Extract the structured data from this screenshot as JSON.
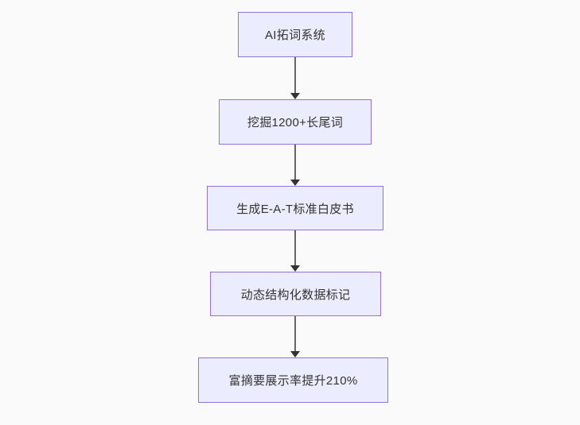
{
  "diagram": {
    "type": "flowchart",
    "direction": "top-down",
    "colors": {
      "background": "#fafafa",
      "node_fill": "#ECECFF",
      "node_border": "#9370DB",
      "node_text": "#333333",
      "arrow_line": "#666666",
      "arrow_head": "#333333"
    },
    "nodes": [
      {
        "id": "n0",
        "label": "AI拓词系统"
      },
      {
        "id": "n1",
        "label": "挖掘1200+长尾词"
      },
      {
        "id": "n2",
        "label": "生成E-A-T标准白皮书"
      },
      {
        "id": "n3",
        "label": "动态结构化数据标记"
      },
      {
        "id": "n4",
        "label": "富摘要展示率提升210%"
      }
    ],
    "edges": [
      {
        "from": "n0",
        "to": "n1",
        "label": ""
      },
      {
        "from": "n1",
        "to": "n2",
        "label": ""
      },
      {
        "from": "n2",
        "to": "n3",
        "label": ""
      },
      {
        "from": "n3",
        "to": "n4",
        "label": ""
      }
    ]
  }
}
